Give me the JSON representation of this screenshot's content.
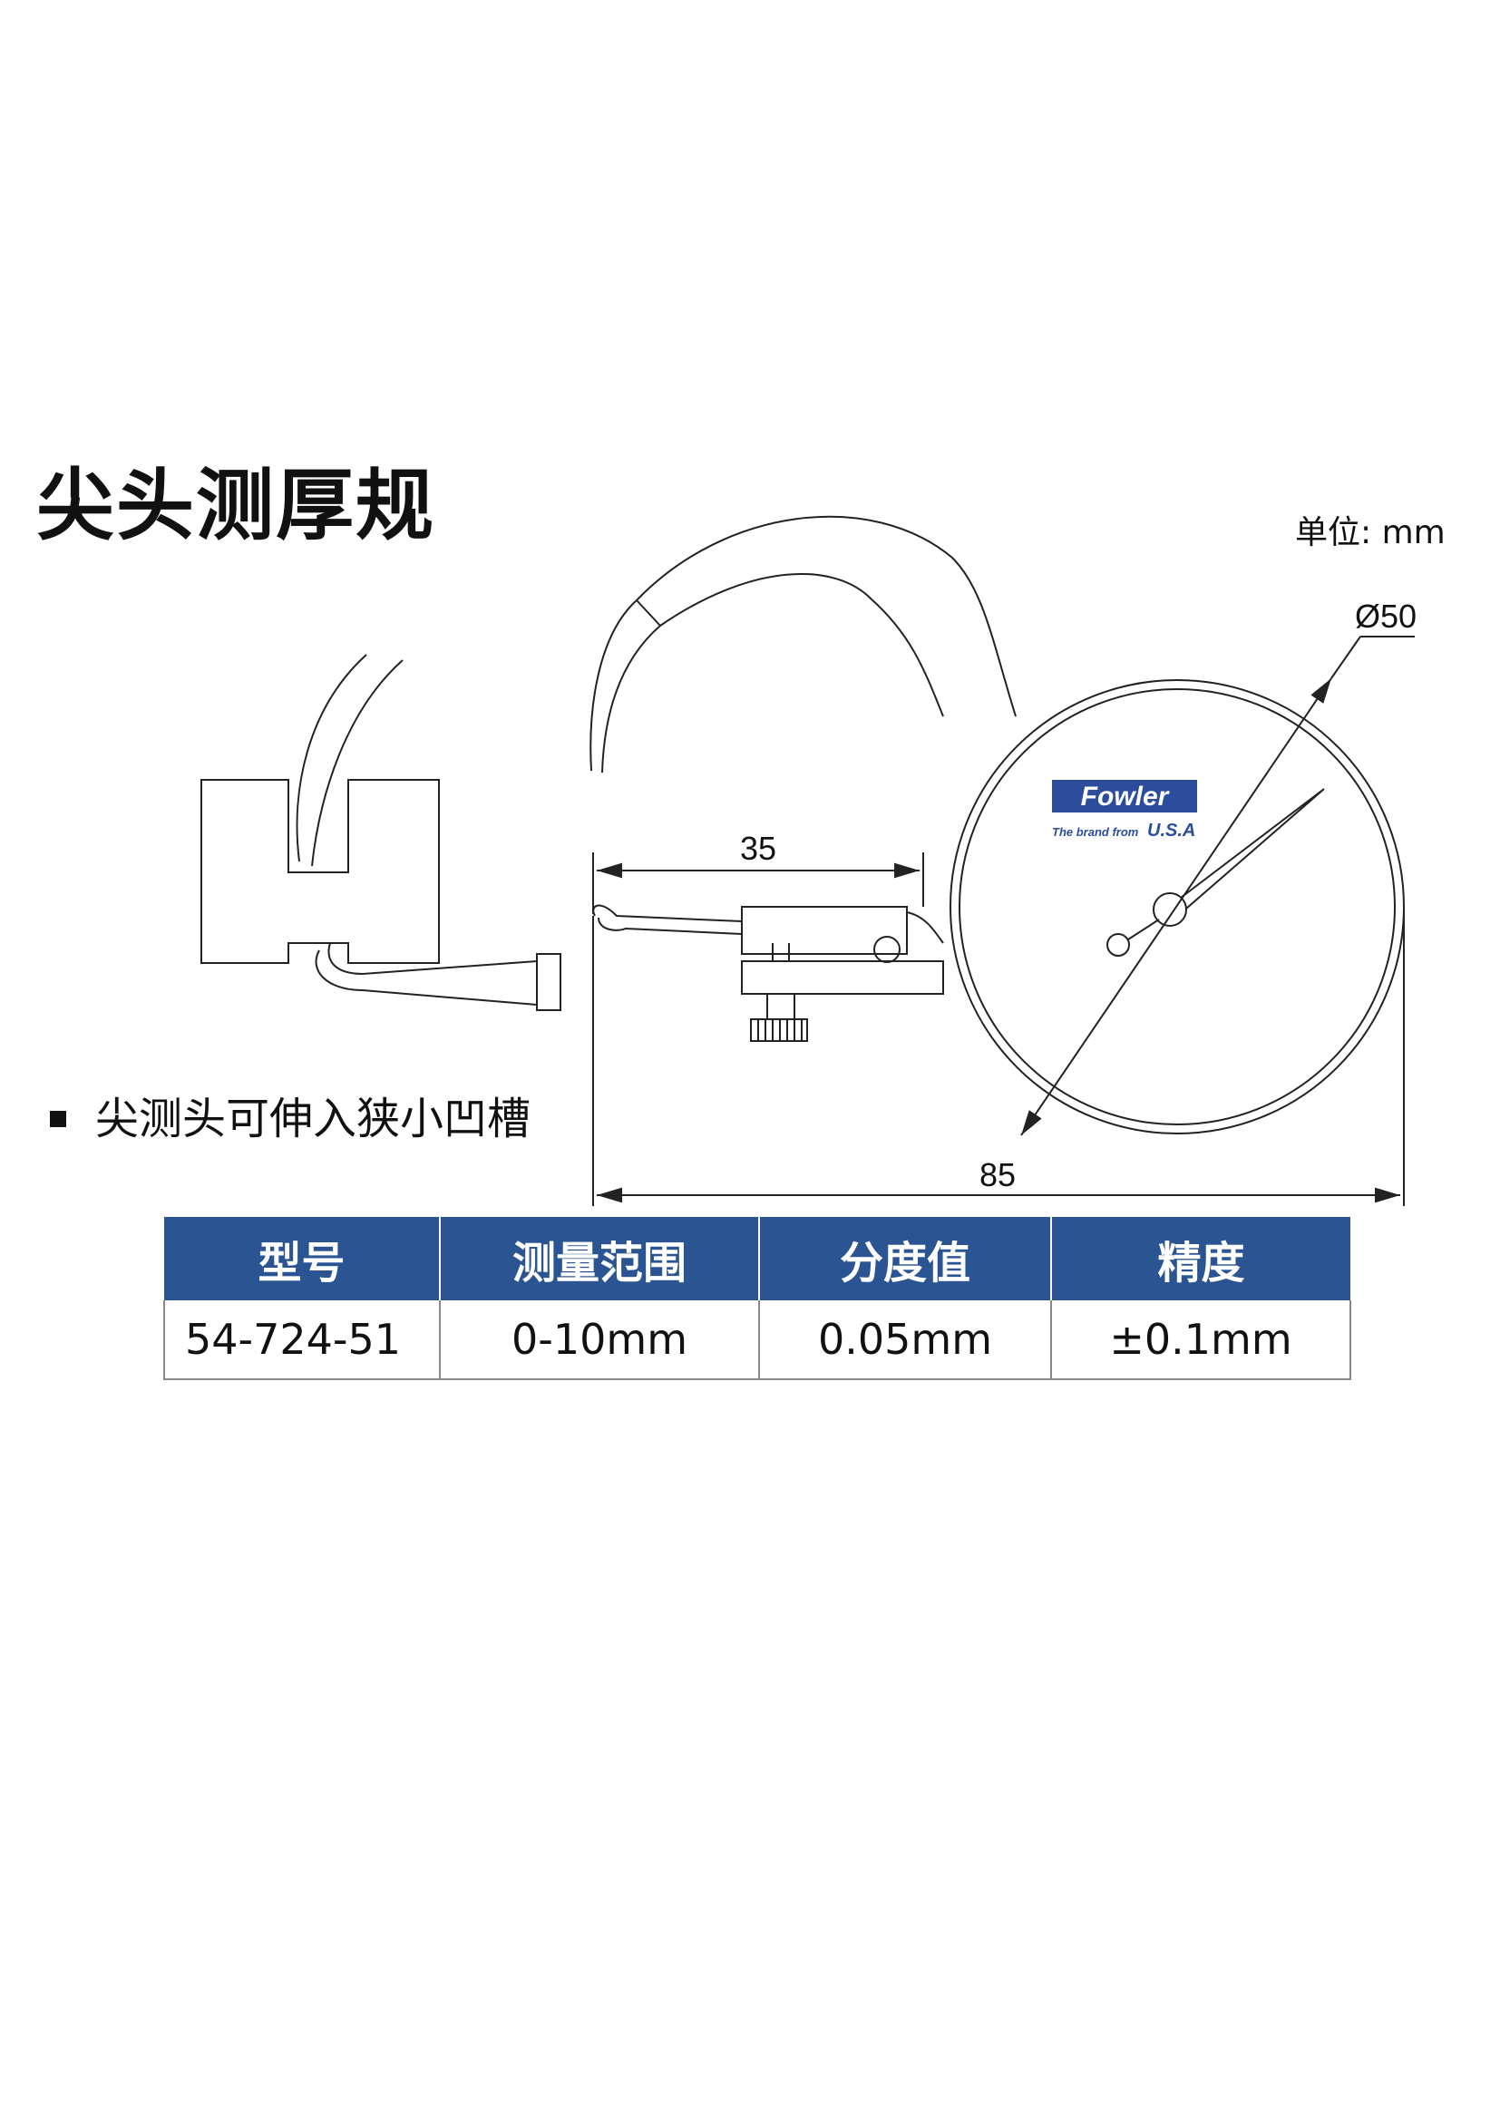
{
  "title": "尖头测厚规",
  "unit_label": "单位: mm",
  "drawing": {
    "dim_diameter": "Ø50",
    "dim_probe": "35",
    "dim_total": "85",
    "brand_logo": "Fowler",
    "brand_tagline_prefix": "The brand from",
    "brand_tagline_country": "U.S.A",
    "brand_color": "#2b4d9c"
  },
  "features": [
    "尖测头可伸入狭小凹槽"
  ],
  "table": {
    "header_color": "#2b5592",
    "headers": [
      "型号",
      "测量范围",
      "分度值",
      "精度"
    ],
    "rows": [
      [
        "54-724-51",
        "0-10mm",
        "0.05mm",
        "±0.1mm"
      ]
    ]
  }
}
